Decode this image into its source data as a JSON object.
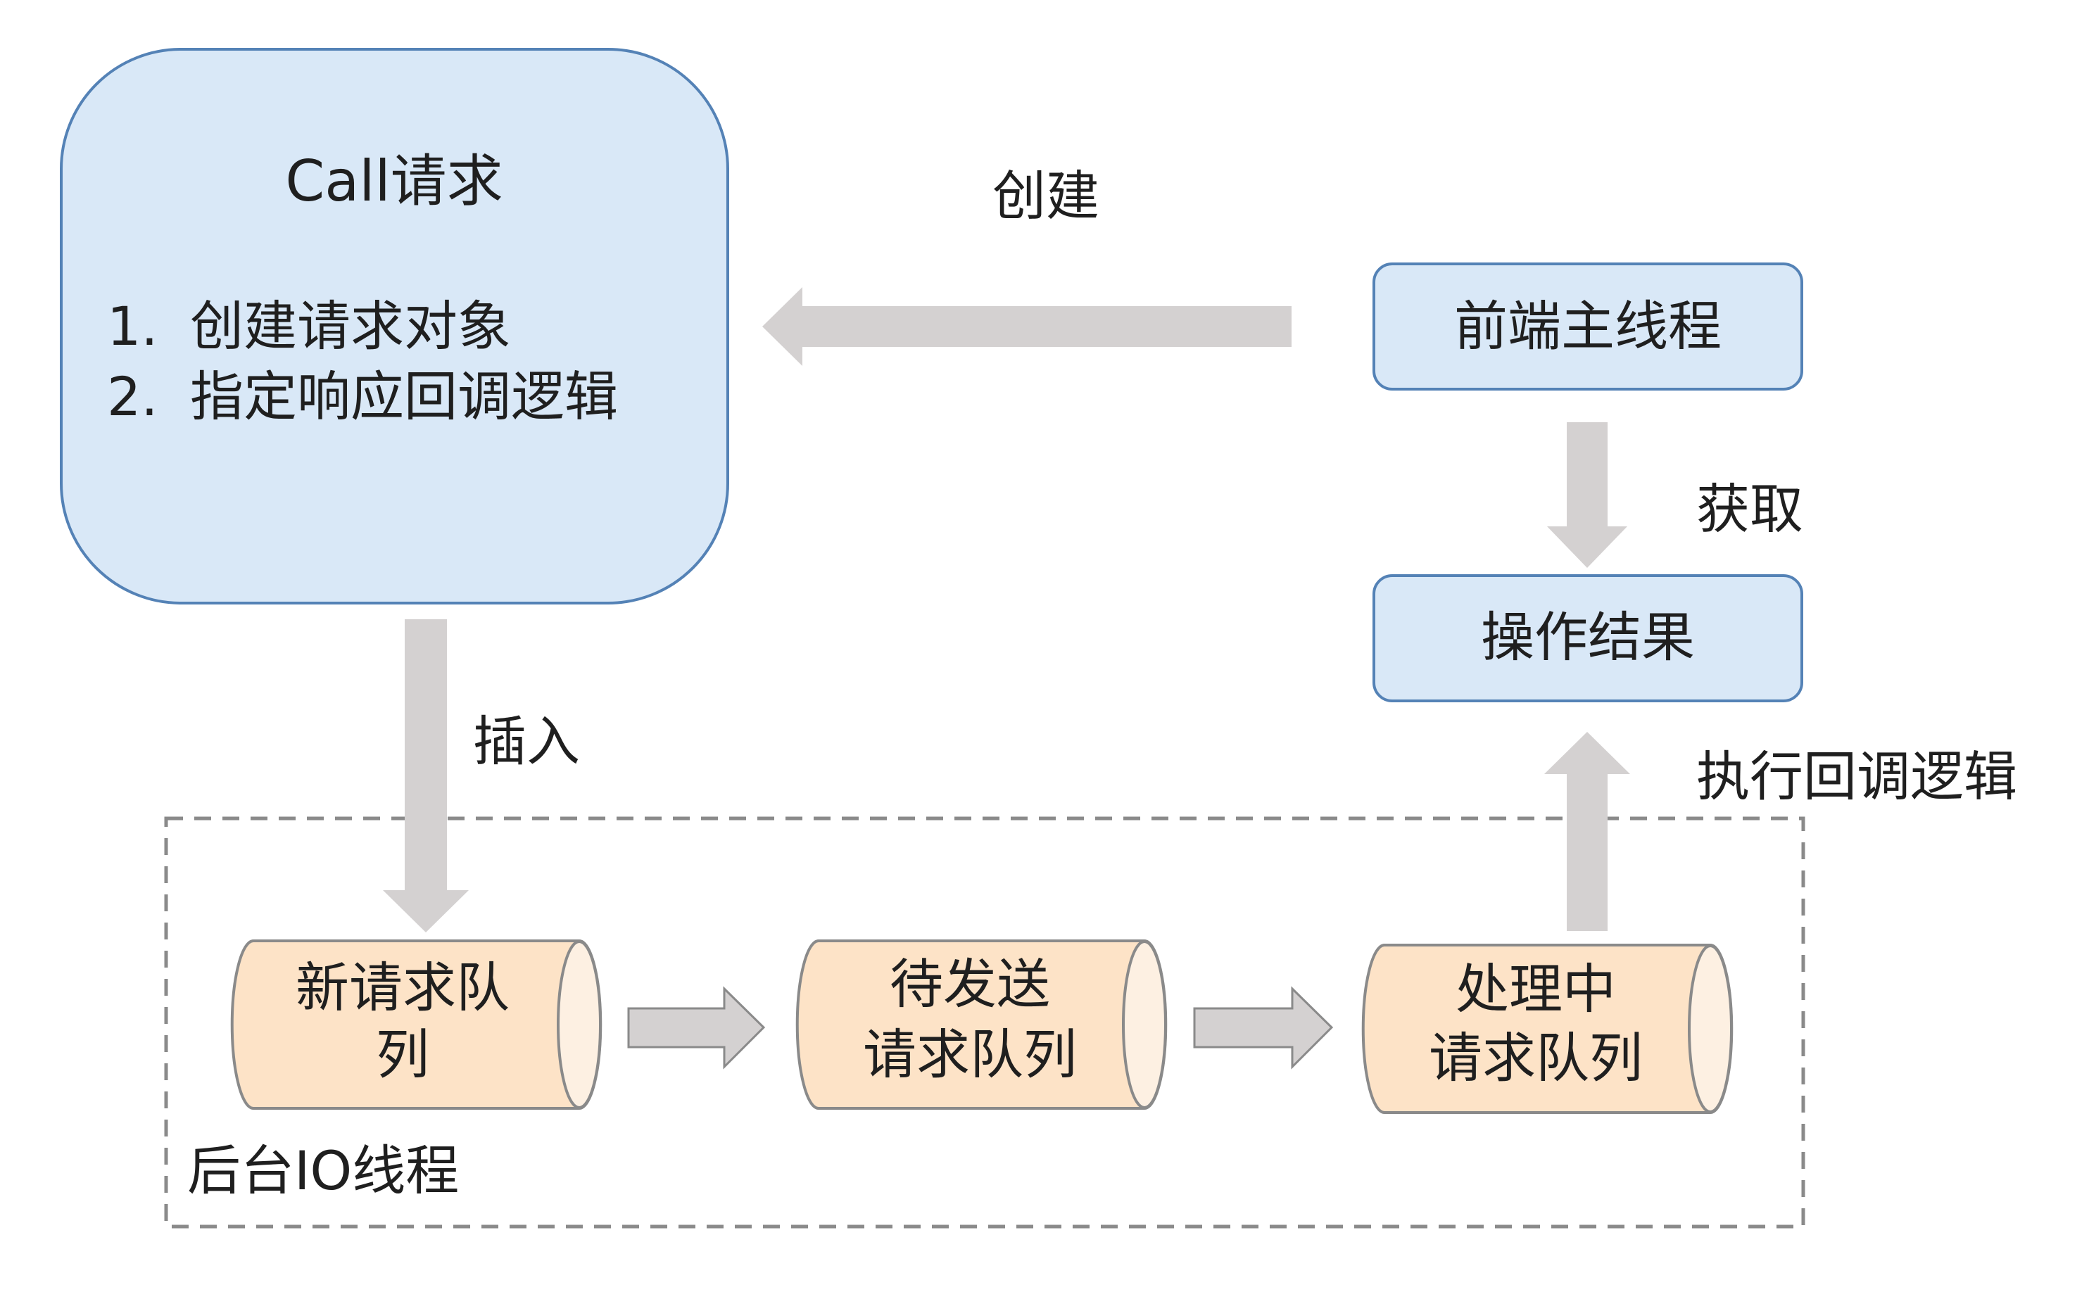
{
  "colors": {
    "blue_fill": "#d9e8f7",
    "blue_stroke": "#5482b6",
    "cylinder_fill": "#fde3c7",
    "cylinder_cap": "#fdf0e2",
    "cylinder_stroke": "#8a8a8a",
    "arrow_fill": "#d4d1d1",
    "arrow_outline": "#8a8a8a",
    "dashed_border": "#8a8a8a",
    "text": "#1f1f1f"
  },
  "call_box": {
    "title": "Call请求",
    "items": [
      {
        "num": "1.",
        "text": "创建请求对象"
      },
      {
        "num": "2.",
        "text": "指定响应回调逻辑"
      }
    ]
  },
  "frontend_box": {
    "label": "前端主线程"
  },
  "result_box": {
    "label": "操作结果"
  },
  "background_thread": {
    "label": "后台IO线程"
  },
  "queues": [
    {
      "lines": [
        "新请求队",
        "列"
      ]
    },
    {
      "lines": [
        "待发送",
        "请求队列"
      ]
    },
    {
      "lines": [
        "处理中",
        "请求队列"
      ]
    }
  ],
  "edges": {
    "create": "创建",
    "fetch": "获取",
    "insert": "插入",
    "callback": "执行回调逻辑"
  }
}
